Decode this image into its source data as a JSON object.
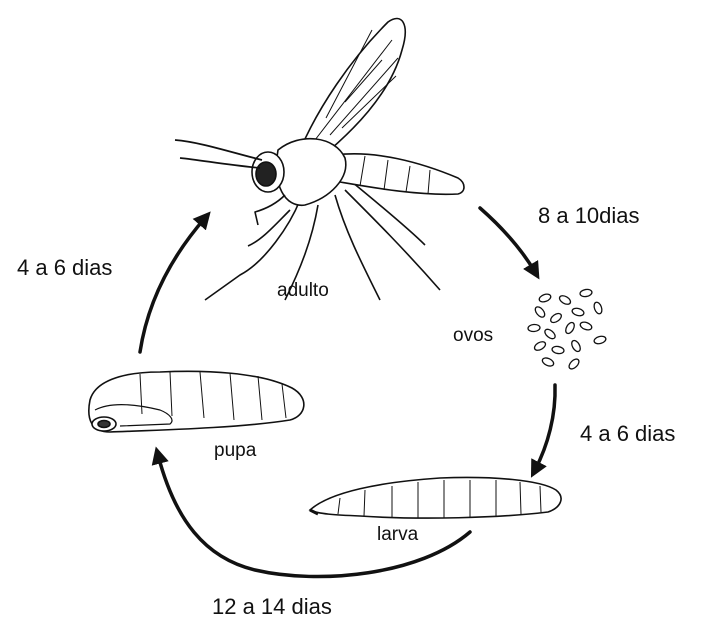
{
  "stages": {
    "adulto": "adulto",
    "ovos": "ovos",
    "larva": "larva",
    "pupa": "pupa"
  },
  "durations": {
    "adulto_to_ovos": "8 a 10dias",
    "ovos_to_larva": "4 a 6 dias",
    "larva_to_pupa": "12 a 14 dias",
    "pupa_to_adulto": "4 a 6 dias"
  },
  "colors": {
    "ink": "#111111",
    "background": "#ffffff"
  },
  "icons": [
    "fungus-gnat-adult-icon",
    "egg-cluster-icon",
    "larva-icon",
    "pupa-icon",
    "cycle-arrow-icon"
  ]
}
